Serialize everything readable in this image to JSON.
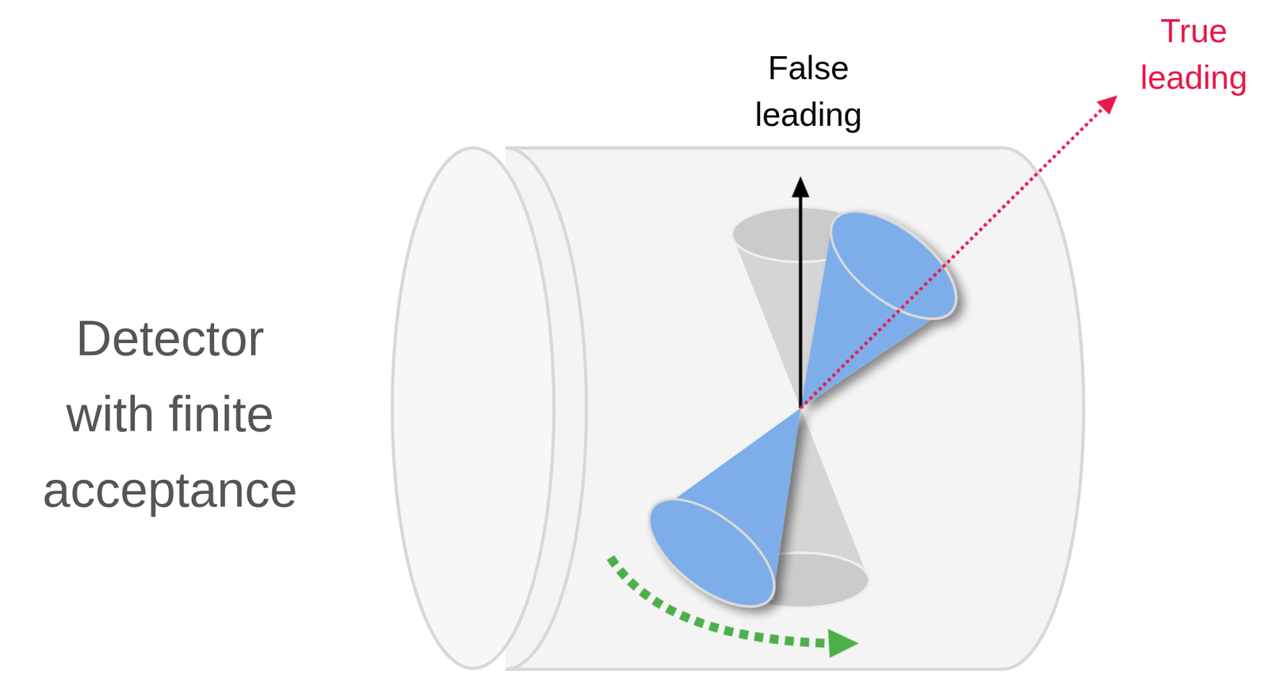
{
  "diagram": {
    "labels": [
      "Detector with finite acceptance",
      "False leading",
      "True leading"
    ]
  }
}
